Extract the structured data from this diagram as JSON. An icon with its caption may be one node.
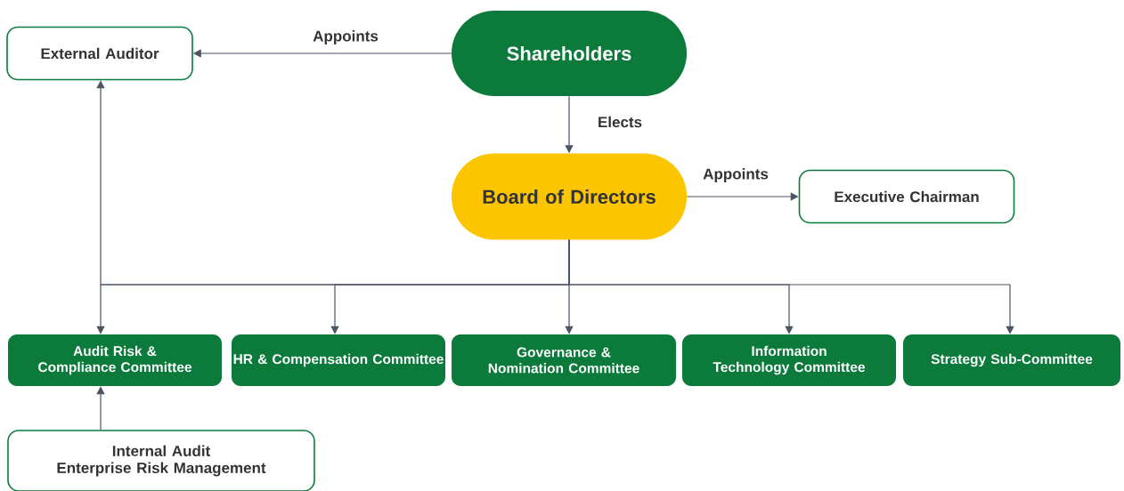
{
  "diagram": {
    "nodes": [
      {
        "text": [
          "External Auditor"
        ]
      },
      {
        "text": [
          "Shareholders"
        ]
      },
      {
        "text": [
          "Board of Directors"
        ]
      },
      {
        "text": [
          "Executive Chairman"
        ]
      },
      {
        "text": [
          "Audit Risk & Compliance Committee"
        ]
      },
      {
        "text": [
          "HR & Compensation Committee"
        ]
      },
      {
        "text": [
          "Governance & Nomination Committee"
        ]
      },
      {
        "text": [
          "Information Technology Committee"
        ]
      },
      {
        "text": [
          "Strategy Sub-Committee"
        ]
      },
      {
        "text": [
          "Internal Audit",
          "Enterprise Risk Management"
        ]
      }
    ],
    "edges": [
      {
        "from": 1,
        "to": 0,
        "arrow": "to",
        "label": "Appoints"
      },
      {
        "from": 1,
        "to": 2,
        "arrow": "to",
        "label": "Elects"
      },
      {
        "from": 2,
        "to": 3,
        "arrow": "to",
        "label": "Appoints"
      },
      {
        "from": 2,
        "to": 4,
        "arrow": "to"
      },
      {
        "from": 2,
        "to": 5,
        "arrow": "to"
      },
      {
        "from": 2,
        "to": 6,
        "arrow": "to"
      },
      {
        "from": 2,
        "to": 7,
        "arrow": "to"
      },
      {
        "from": 2,
        "to": 8,
        "arrow": "to"
      },
      {
        "from": 2,
        "to": 0,
        "arrow": "to"
      },
      {
        "from": 9,
        "to": 4,
        "arrow": "to"
      }
    ]
  }
}
